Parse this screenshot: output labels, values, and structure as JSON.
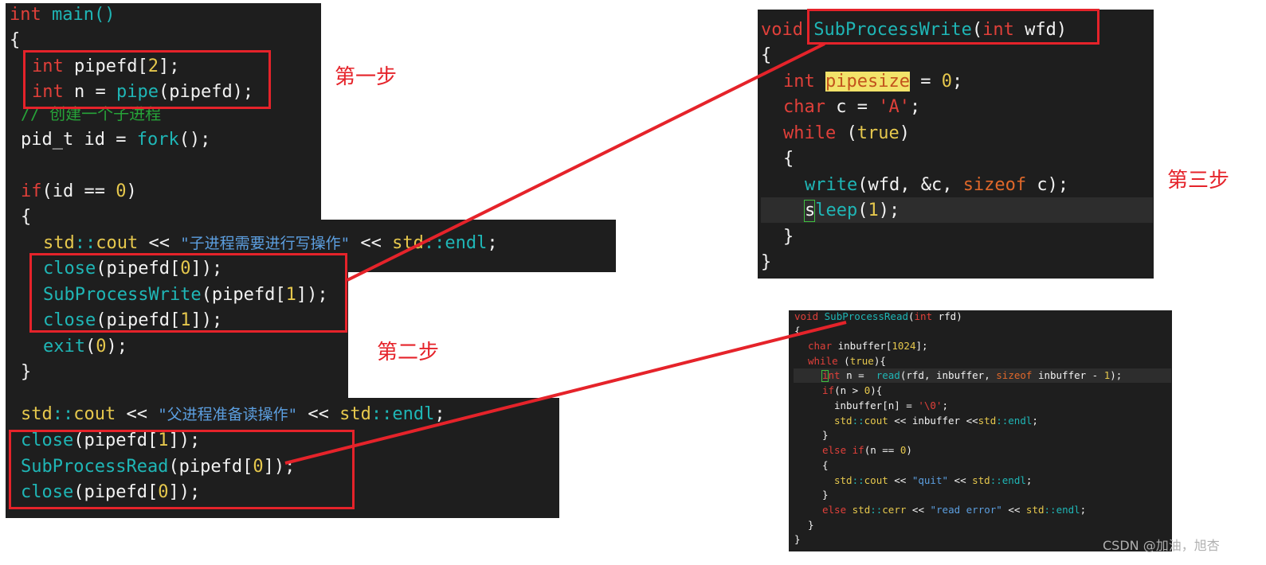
{
  "main_code": {
    "l1": [
      "int",
      " main()"
    ],
    "l2": "{",
    "l3": [
      "int",
      " pipefd[",
      "2",
      "];"
    ],
    "l4": [
      "int",
      " n = ",
      "pipe",
      "(pipefd);"
    ],
    "l5": "// 创建一个子进程",
    "l6": [
      "pid_t id = ",
      "fork",
      "();"
    ],
    "l7": [
      "if",
      "(id == ",
      "0",
      ")"
    ],
    "l8": "{",
    "l9": [
      "std",
      "::",
      "cout",
      " << ",
      "\"子进程需要进行写操作\"",
      " << ",
      "std",
      "::",
      "endl",
      ";"
    ],
    "l10": [
      "close",
      "(pipefd[",
      "0",
      "]);"
    ],
    "l11": [
      "SubProcessWrite",
      "(pipefd[",
      "1",
      "]);"
    ],
    "l12": [
      "close",
      "(pipefd[",
      "1",
      "]);"
    ],
    "l13": [
      "exit",
      "(",
      "0",
      ");"
    ],
    "l14": "}",
    "l15": [
      "std",
      "::",
      "cout",
      " << ",
      "\"父进程准备读操作\"",
      " << ",
      "std",
      "::",
      "endl",
      ";"
    ],
    "l16": [
      "close",
      "(pipefd[",
      "1",
      "]);"
    ],
    "l17": [
      "SubProcessRead",
      "(pipefd[",
      "0",
      "]);"
    ],
    "l18": [
      "close",
      "(pipefd[",
      "0",
      "]);"
    ]
  },
  "write_code": {
    "l1": [
      "void",
      " ",
      "SubProcessWrite",
      "(",
      "int",
      " wfd)"
    ],
    "l2": "{",
    "l3": [
      "int",
      " ",
      "pipesize",
      " = ",
      "0",
      ";"
    ],
    "l4": [
      "char",
      " c = ",
      "'A'",
      ";"
    ],
    "l5": [
      "while",
      " (",
      "true",
      ")"
    ],
    "l6": "{",
    "l7": [
      "write",
      "(wfd, &c, ",
      "sizeof",
      " c);"
    ],
    "l8": [
      "s",
      "leep",
      "(",
      "1",
      ");"
    ],
    "l9": "}",
    "l10": "}"
  },
  "read_code": {
    "l1": [
      "void",
      " ",
      "SubProcessRead",
      "(",
      "int",
      " rfd)"
    ],
    "l2": "{",
    "l3": [
      "char",
      " inbuffer[",
      "1024",
      "];"
    ],
    "l4": [
      "while",
      " (",
      "true",
      "){"
    ],
    "l5": [
      "int",
      " n =  ",
      "read",
      "(rfd, inbuffer, ",
      "sizeof",
      " inbuffer - ",
      "1",
      ");"
    ],
    "l6": [
      "if",
      "(n > ",
      "0",
      "){"
    ],
    "l7": [
      "inbuffer[n] = ",
      "'\\0'",
      ";"
    ],
    "l8": [
      "std",
      "::",
      "cout",
      " << inbuffer <<",
      "std",
      "::",
      "endl",
      ";"
    ],
    "l9": "}",
    "l10": [
      "else",
      " ",
      "if",
      "(n == ",
      "0",
      ")"
    ],
    "l11": "{",
    "l12": [
      "std",
      "::",
      "cout",
      " << ",
      "\"quit\"",
      " << ",
      "std",
      "::",
      "endl",
      ";"
    ],
    "l13": "}",
    "l14": [
      "else",
      " ",
      "std",
      "::",
      "cerr",
      " << ",
      "\"read error\"",
      " << ",
      "std",
      "::",
      "endl",
      ";"
    ],
    "l15": "}",
    "l16": "}"
  },
  "steps": {
    "step1": "第一步",
    "step2": "第二步",
    "step3": "第三步"
  },
  "watermark": "CSDN @加油，旭杏",
  "colors": {
    "annotation_red": "#e5232a",
    "editor_bg": "#1e1e1e",
    "keyword": "#e0403a",
    "function": "#1fb6b6",
    "type_number": "#e6c84d",
    "string": "#5c9fe0",
    "comment": "#27a339"
  }
}
